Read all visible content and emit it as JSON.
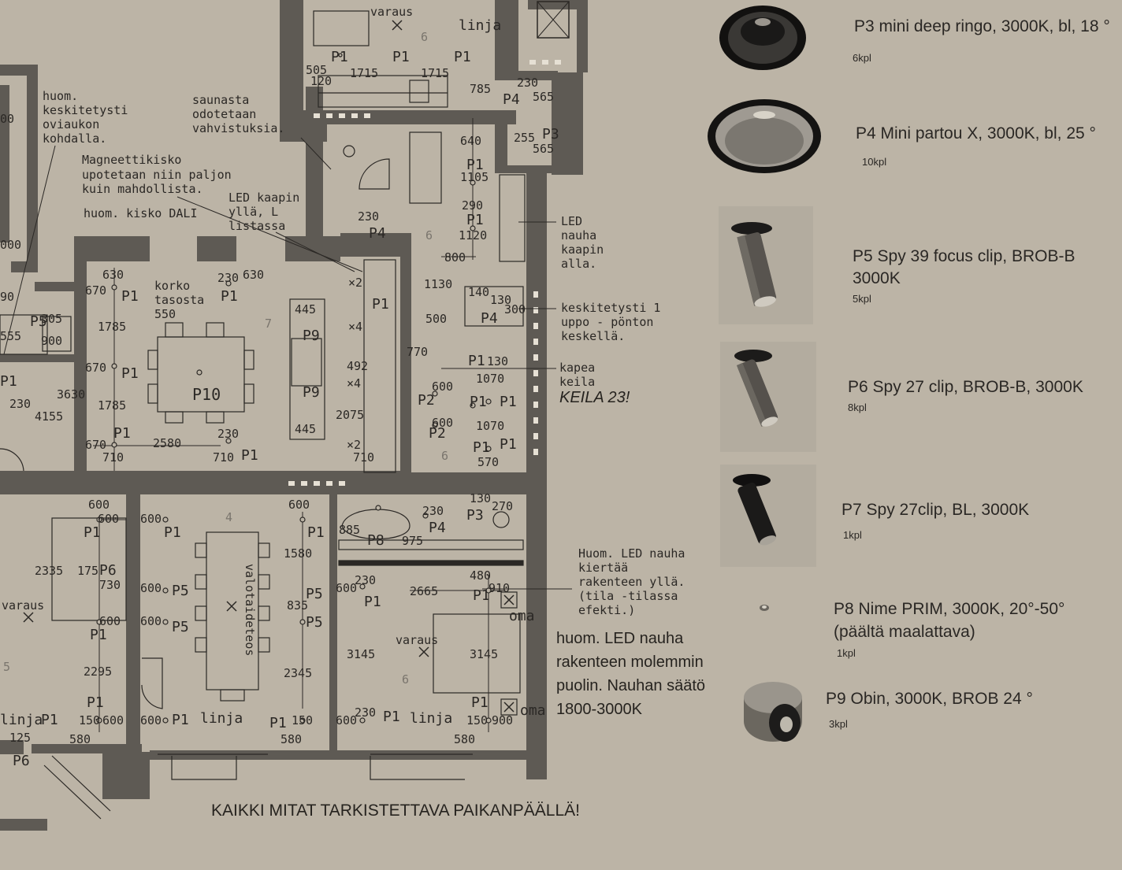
{
  "plan": {
    "footer": "KAIKKI MITAT TARKISTETTAVA PAIKANPÄÄLLÄ!",
    "keila": "KEILA 23!",
    "led_note": "huom. LED nauha rakenteen molemmin puolin. Nauhan säätö 1800-3000K",
    "notes": {
      "keskitetysti_oviaukon": [
        "huom.",
        "keskitetysti",
        "oviaukon",
        "kohdalla."
      ],
      "saunasta": [
        "saunasta",
        "odotetaan",
        "vahvistuksia."
      ],
      "magneettikisko": [
        "Magneettikisko",
        "upotetaan niin paljon",
        "kuin mahdollista."
      ],
      "kisko_dali": "huom. kisko DALI",
      "led_kaapin_ylla": [
        "LED kaapin",
        "yllä, L",
        "listassa"
      ],
      "led_nauha_kaapin": [
        "LED",
        "nauha",
        "kaapin",
        "alla."
      ],
      "keskitetysti_uppo": [
        "keskitetysti 1",
        "uppo - pönton",
        "keskellä."
      ],
      "kapea_keila": [
        "kapea",
        "keila"
      ],
      "led_kiertaa": [
        "Huom. LED nauha",
        "kiertää",
        "rakenteen yllä.",
        "(tila -tilassa",
        "efekti.)"
      ],
      "korko": [
        "korko",
        "tasosta",
        "550"
      ],
      "valotaideteos": "valotaideteos",
      "varaus": "varaus",
      "linja": "linja",
      "oma": "oma"
    }
  },
  "legend": {
    "items": [
      {
        "id": "P3",
        "name": "P3 mini deep ringo, 3000K, bl, 18 °",
        "qty": "6kpl",
        "icon": "recessed-ring-icon"
      },
      {
        "id": "P4",
        "name": "P4 Mini partou X, 3000K, bl, 25 °",
        "qty": "10kpl",
        "icon": "recessed-textured-icon"
      },
      {
        "id": "P5",
        "name_lines": [
          "P5 Spy 39 focus clip, BROB-B",
          "3000K"
        ],
        "qty": "5kpl",
        "icon": "spot-cylinder-icon"
      },
      {
        "id": "P6",
        "name": "P6 Spy 27 clip, BROB-B, 3000K",
        "qty": "8kpl",
        "icon": "spot-cylinder-icon"
      },
      {
        "id": "P7",
        "name": "P7 Spy 27clip, BL, 3000K",
        "qty": "1kpl",
        "icon": "spot-black-icon"
      },
      {
        "id": "P8",
        "name_lines": [
          "P8 Nime PRIM, 3000K,  20°-50°",
          "(päältä maalattava)"
        ],
        "qty": "1kpl",
        "icon": "mini-dot-icon"
      },
      {
        "id": "P9",
        "name": "P9 Obin, 3000K, BROB 24 °",
        "qty": "3kpl",
        "icon": "surface-cylinder-icon"
      }
    ]
  },
  "colors": {
    "background": "#bcb4a6",
    "wall": "#5e5a54",
    "ink": "#2b2825"
  }
}
